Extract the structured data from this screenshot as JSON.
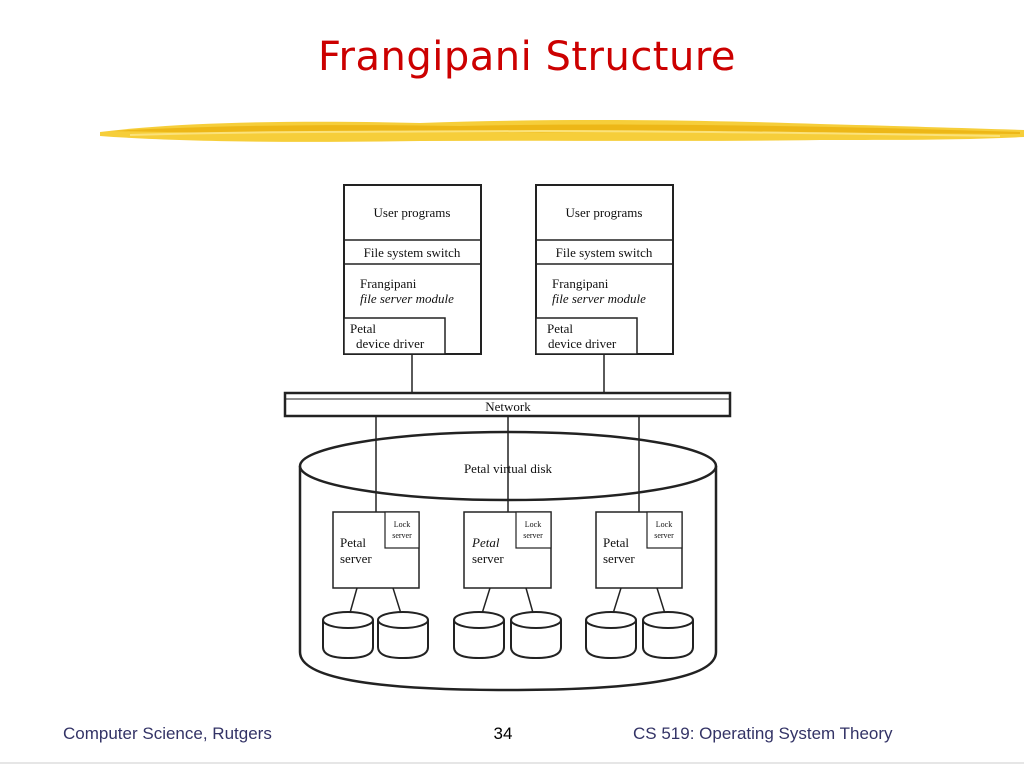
{
  "slide": {
    "title": "Frangipani Structure",
    "accent_color": "#cc0000",
    "underline_color": "#f5c518"
  },
  "diagram": {
    "client_stack": {
      "user_programs": "User programs",
      "fs_switch": "File system switch",
      "module_line1": "Frangipani",
      "module_line2": "file server module",
      "driver_line1": "Petal",
      "driver_line2": "device driver"
    },
    "network_label": "Network",
    "virtual_disk_label": "Petal virtual disk",
    "server": {
      "label_line1": "Petal",
      "label_line2": "server",
      "lock_line1": "Lock",
      "lock_line2": "server"
    }
  },
  "footer": {
    "left": "Computer Science, Rutgers",
    "page_number": "34",
    "right": "CS 519: Operating System Theory"
  }
}
